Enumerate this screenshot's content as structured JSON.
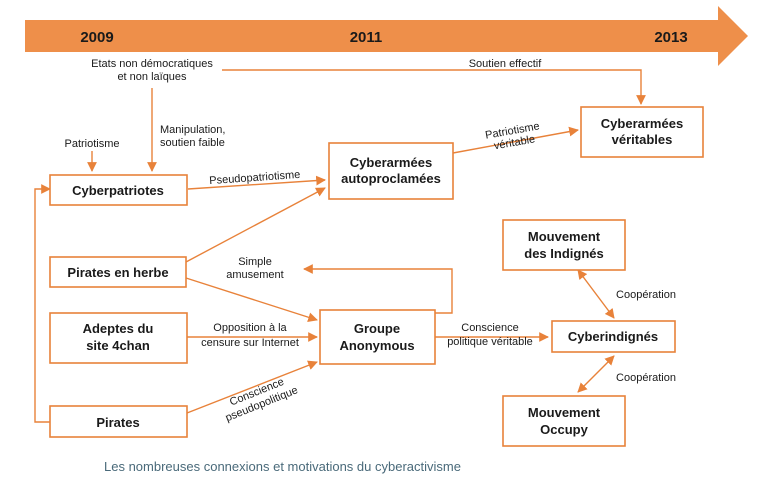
{
  "colors": {
    "accent": "#ee8f4a",
    "box_border": "#e8823a",
    "text": "#1a1a1a",
    "caption": "#4a6a7a"
  },
  "timeline": {
    "year_start": "2009",
    "year_mid": "2011",
    "year_end": "2013"
  },
  "nodes": {
    "etats": [
      "Etats non démocratiques",
      "et non laïques"
    ],
    "patriotisme": [
      "Patriotisme"
    ],
    "manipulation": [
      "Manipulation,",
      "soutien faible"
    ],
    "cyberpatriotes": [
      "Cyberpatriotes"
    ],
    "cyberarmees_auto": [
      "Cyberarmées",
      "autoproclamées"
    ],
    "cyberarmees_veritables": [
      "Cyberarmées",
      "véritables"
    ],
    "pirates_herbe": [
      "Pirates en herbe"
    ],
    "adeptes_4chan": [
      "Adeptes du",
      "site 4chan"
    ],
    "groupe_anonymous": [
      "Groupe",
      "Anonymous"
    ],
    "pirates": [
      "Pirates"
    ],
    "mouvement_indignes": [
      "Mouvement",
      "des Indignés"
    ],
    "cyberindignes": [
      "Cyberindignés"
    ],
    "mouvement_occupy": [
      "Mouvement",
      "Occupy"
    ]
  },
  "edges": {
    "soutien_effectif": [
      "Soutien effectif"
    ],
    "pseudopatriotisme": [
      "Pseudopatriotisme"
    ],
    "patriotisme_veritable": [
      "Patriotisme",
      "véritable"
    ],
    "simple_amusement": [
      "Simple",
      "amusement"
    ],
    "opposition": [
      "Opposition à la",
      "censure sur Internet"
    ],
    "conscience_politique": [
      "Conscience",
      "politique véritable"
    ],
    "conscience_pseudo": [
      "Conscience",
      "pseudopolitique"
    ],
    "cooperation_1": [
      "Coopération"
    ],
    "cooperation_2": [
      "Coopération"
    ]
  },
  "caption": "Les nombreuses connexions et motivations du cyberactivisme"
}
